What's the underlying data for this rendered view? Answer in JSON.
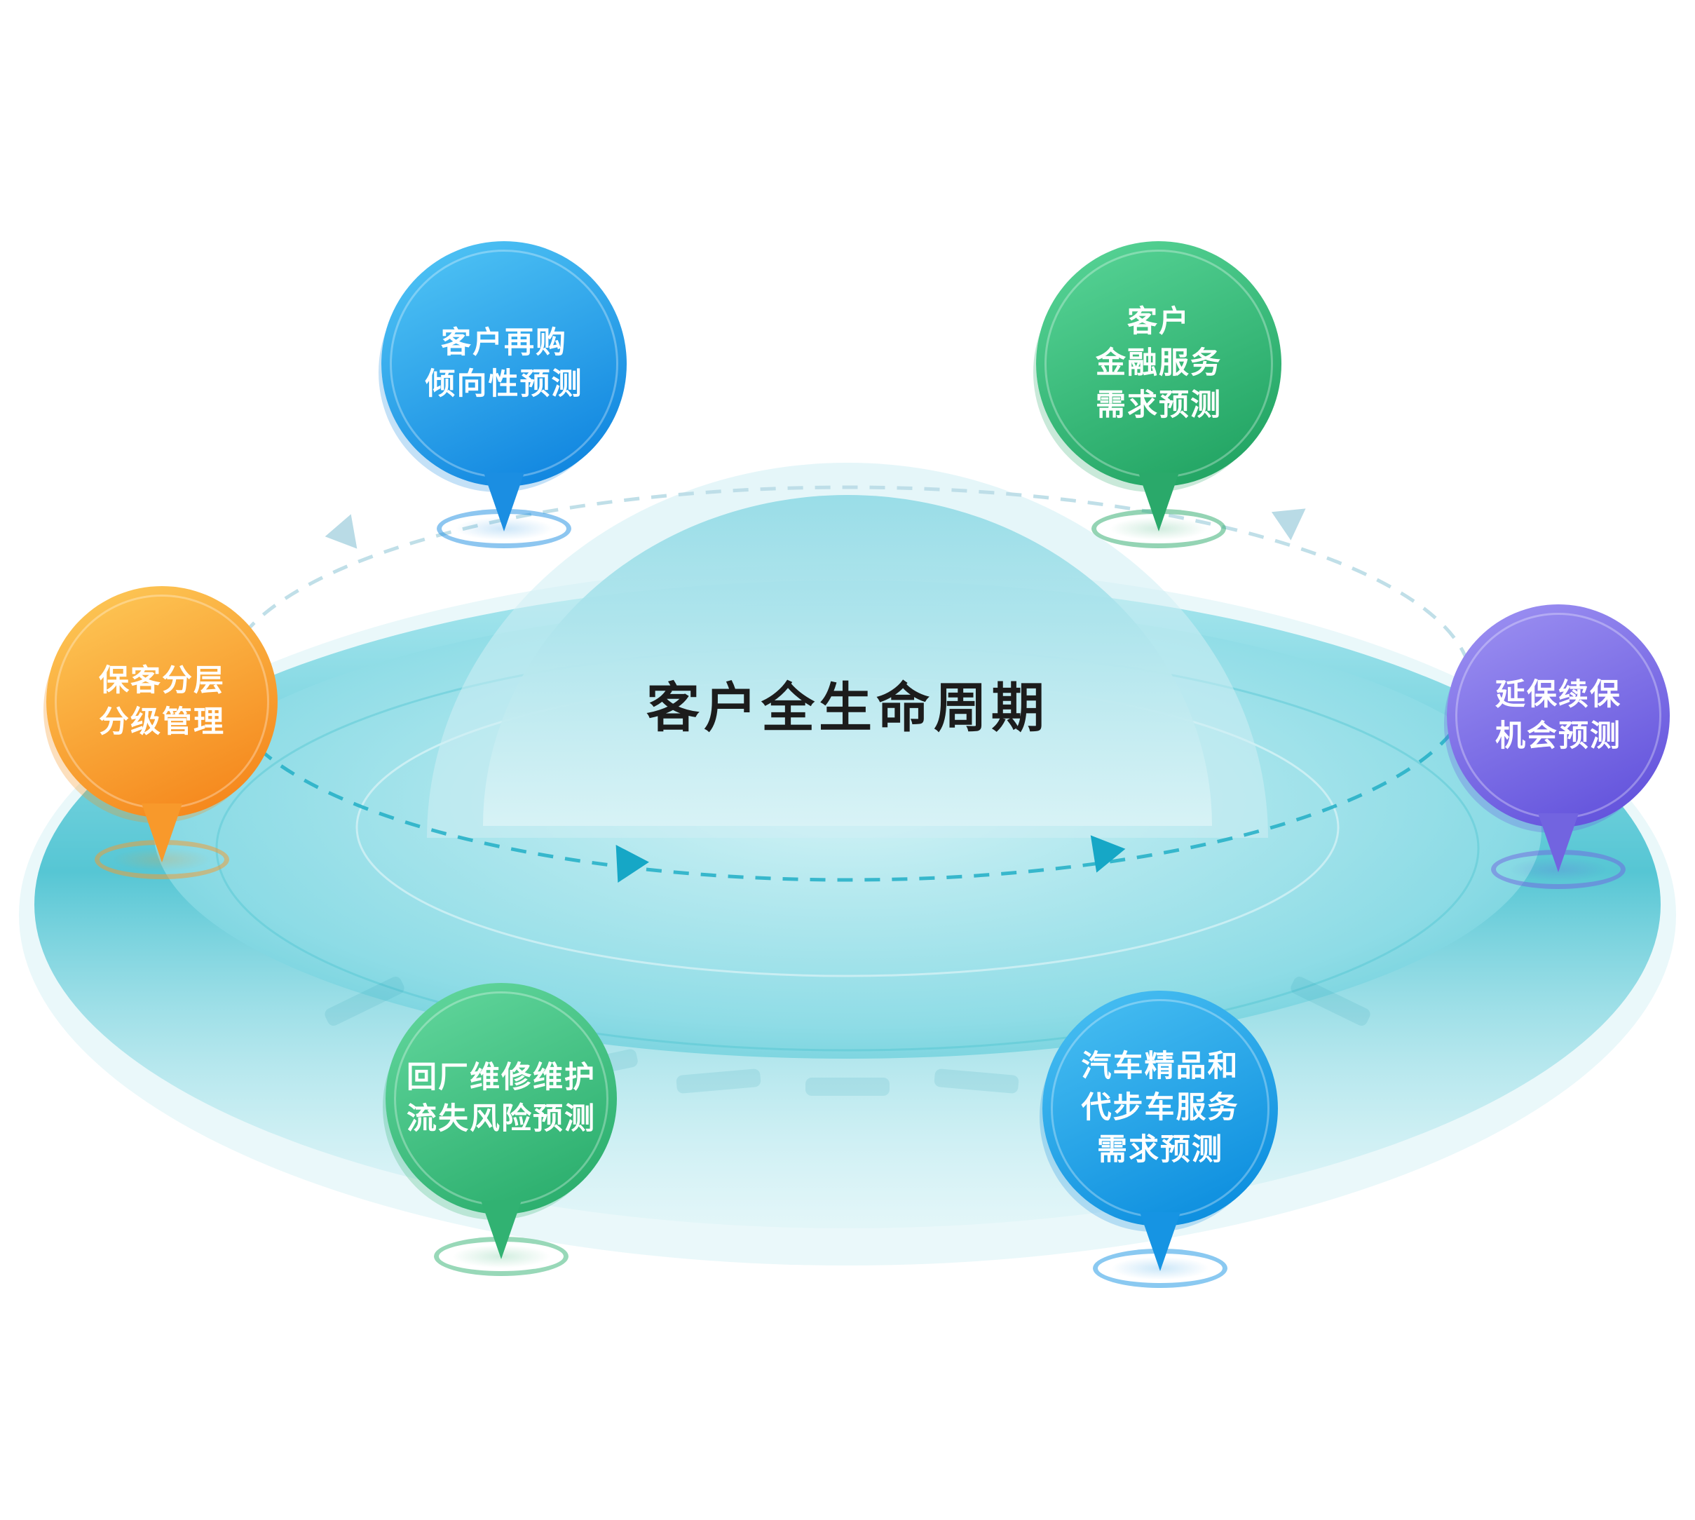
{
  "title": "客户全生命周期",
  "nodes": [
    {
      "lines": [
        "客户再购",
        "倾向性预测"
      ],
      "color": "#1b8ee2",
      "position": "top-left"
    },
    {
      "lines": [
        "客户",
        "金融服务",
        "需求预测"
      ],
      "color": "#2aa96a",
      "position": "top-right"
    },
    {
      "lines": [
        "保客分层",
        "分级管理"
      ],
      "color": "#f8992b",
      "position": "left"
    },
    {
      "lines": [
        "延保续保",
        "机会预测"
      ],
      "color": "#7264e0",
      "position": "right"
    },
    {
      "lines": [
        "回厂维修维护",
        "流失风险预测"
      ],
      "color": "#31b272",
      "position": "bottom-left"
    },
    {
      "lines": [
        "汽车精品和",
        "代步车服务",
        "需求预测"
      ],
      "color": "#1694e3",
      "position": "bottom-right"
    }
  ],
  "colors": {
    "disc_teal": "#56c6d4",
    "disc_light": "#c9f1f5",
    "flow_dash": "#29b1c8",
    "flow_dash_light": "#b9dbe6",
    "title_text": "#1c1c1c"
  }
}
